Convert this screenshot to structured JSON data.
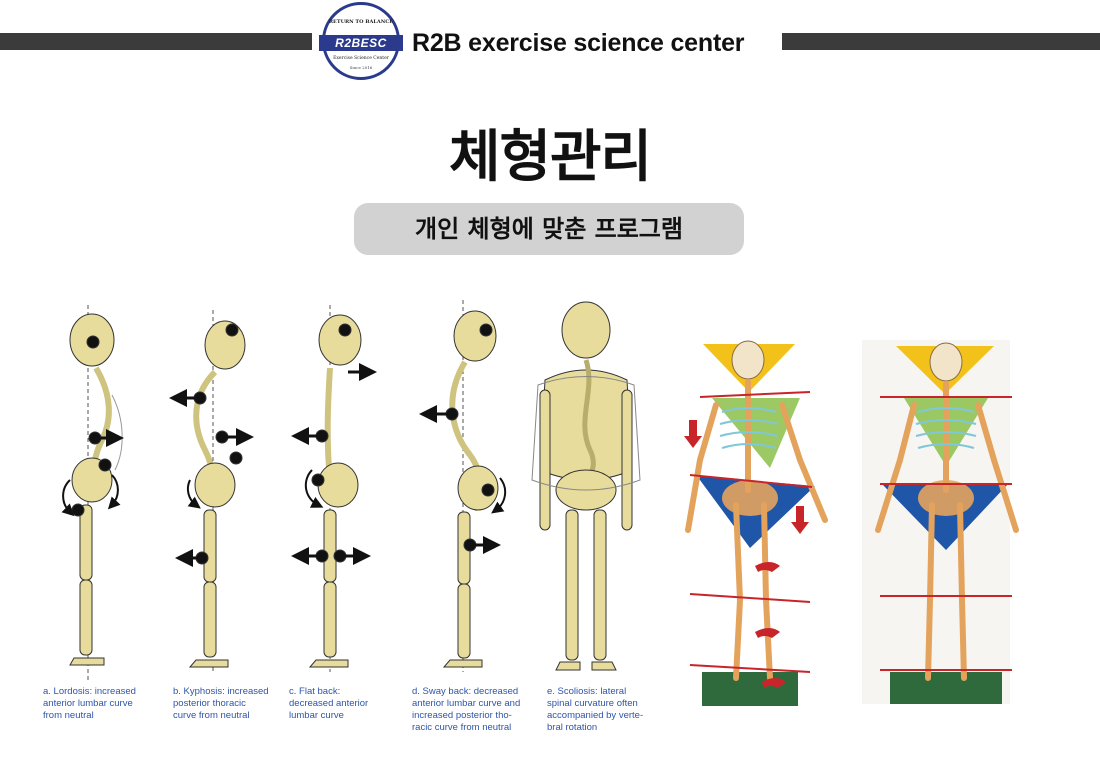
{
  "header": {
    "logo": {
      "arc_text": "RETURN TO BALANCE",
      "band_text": "R2BESC",
      "sub_text": "Exercise Science Center",
      "since_text": "Since 2016"
    },
    "brand_name": "R2B exercise science center"
  },
  "title": "체형관리",
  "subtitle": "개인 체형에 맞춘 프로그램",
  "figures": [
    {
      "name": "lordosis",
      "caption_lines": [
        "a. Lordosis: increased",
        "anterior lumbar curve",
        "from neutral"
      ]
    },
    {
      "name": "kyphosis",
      "caption_lines": [
        "b. Kyphosis: increased",
        "posterior thoracic",
        "curve from neutral"
      ]
    },
    {
      "name": "flat-back",
      "caption_lines": [
        "c. Flat back:",
        "decreased anterior",
        "lumbar curve"
      ]
    },
    {
      "name": "sway-back",
      "caption_lines": [
        "d. Sway back: decreased",
        "anterior lumbar curve and",
        "increased posterior tho-",
        "racic curve from neutral"
      ]
    },
    {
      "name": "scoliosis",
      "caption_lines": [
        "e. Scoliosis: lateral",
        "spinal curvature often",
        "accompanied by verte-",
        "bral rotation"
      ]
    }
  ],
  "colors": {
    "bar": "#3b3b3b",
    "logo_blue": "#2b3a8c",
    "caption": "#2d55a8",
    "pill": "#d2d2d2",
    "bone": "#e7dc9c",
    "skeleton_bone": "#e3a35c",
    "triangle_yellow": "#f2c21b",
    "triangle_green": "#8cc04a",
    "triangle_blue": "#1f56a8",
    "base_green": "#2f6a3c",
    "red": "#c8252a"
  }
}
